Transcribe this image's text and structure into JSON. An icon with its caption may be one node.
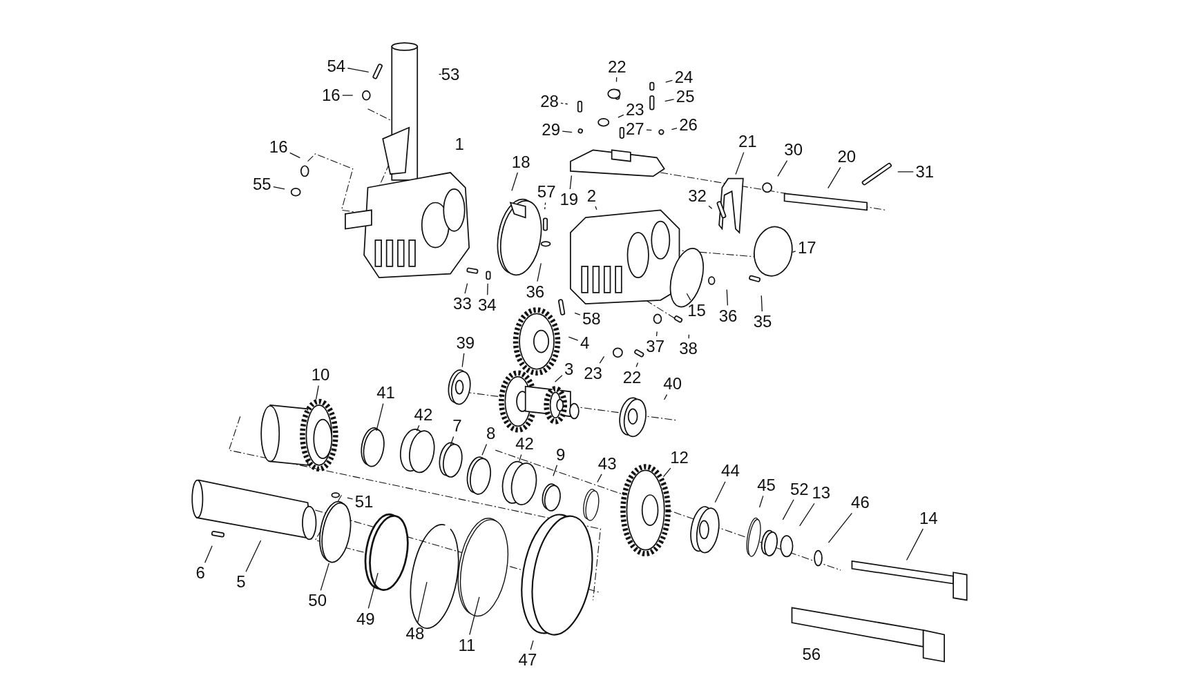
{
  "diagram": {
    "nodes": [
      {
        "text": [
          "54"
        ]
      },
      {
        "text": [
          "53"
        ]
      },
      {
        "text": [
          "16"
        ]
      },
      {
        "text": [
          "16"
        ]
      },
      {
        "text": [
          "55"
        ]
      },
      {
        "text": [
          "22"
        ]
      },
      {
        "text": [
          "24"
        ]
      },
      {
        "text": [
          "28"
        ]
      },
      {
        "text": [
          "23"
        ]
      },
      {
        "text": [
          "25"
        ]
      },
      {
        "text": [
          "29"
        ]
      },
      {
        "text": [
          "27"
        ]
      },
      {
        "text": [
          "26"
        ]
      },
      {
        "text": [
          "21"
        ]
      },
      {
        "text": [
          "30"
        ]
      },
      {
        "text": [
          "20"
        ]
      },
      {
        "text": [
          "31"
        ]
      },
      {
        "text": [
          "18"
        ]
      },
      {
        "text": [
          "57"
        ]
      },
      {
        "text": [
          "19"
        ]
      },
      {
        "text": [
          "2"
        ]
      },
      {
        "text": [
          "32"
        ]
      },
      {
        "text": [
          "17"
        ]
      },
      {
        "text": [
          "33"
        ]
      },
      {
        "text": [
          "34"
        ]
      },
      {
        "text": [
          "36"
        ]
      },
      {
        "text": [
          "58"
        ]
      },
      {
        "text": [
          "15"
        ]
      },
      {
        "text": [
          "36"
        ]
      },
      {
        "text": [
          "35"
        ]
      },
      {
        "text": [
          "4"
        ]
      },
      {
        "text": [
          "37"
        ]
      },
      {
        "text": [
          "38"
        ]
      },
      {
        "text": [
          "39"
        ]
      },
      {
        "text": [
          "3"
        ]
      },
      {
        "text": [
          "23"
        ]
      },
      {
        "text": [
          "22"
        ]
      },
      {
        "text": [
          "40"
        ]
      },
      {
        "text": [
          "10"
        ]
      },
      {
        "text": [
          "41"
        ]
      },
      {
        "text": [
          "42"
        ]
      },
      {
        "text": [
          "7"
        ]
      },
      {
        "text": [
          "8"
        ]
      },
      {
        "text": [
          "42"
        ]
      },
      {
        "text": [
          "9"
        ]
      },
      {
        "text": [
          "43"
        ]
      },
      {
        "text": [
          "12"
        ]
      },
      {
        "text": [
          "44"
        ]
      },
      {
        "text": [
          "45"
        ]
      },
      {
        "text": [
          "52"
        ]
      },
      {
        "text": [
          "13"
        ]
      },
      {
        "text": [
          "46"
        ]
      },
      {
        "text": [
          "14"
        ]
      },
      {
        "text": [
          "51"
        ]
      },
      {
        "text": [
          "6"
        ]
      },
      {
        "text": [
          "5"
        ]
      },
      {
        "text": [
          "50"
        ]
      },
      {
        "text": [
          "49"
        ]
      },
      {
        "text": [
          "48"
        ]
      },
      {
        "text": [
          "11"
        ]
      },
      {
        "text": [
          "47"
        ]
      }
    ],
    "edges": [
      {
        "from": 0,
        "to": null,
        "arrow": "none"
      },
      {
        "from": 1,
        "to": null,
        "arrow": "none",
        "style": "dashed"
      },
      {
        "from": 2,
        "to": null,
        "arrow": "none"
      },
      {
        "from": 3,
        "to": null,
        "arrow": "none"
      },
      {
        "from": 4,
        "to": null,
        "arrow": "none"
      },
      {
        "from": 5,
        "to": null,
        "arrow": "none"
      },
      {
        "from": 6,
        "to": null,
        "arrow": "none"
      },
      {
        "from": 7,
        "to": null,
        "arrow": "none",
        "style": "dashed"
      },
      {
        "from": 8,
        "to": null,
        "arrow": "none"
      },
      {
        "from": 9,
        "to": null,
        "arrow": "none"
      },
      {
        "from": 10,
        "to": null,
        "arrow": "none"
      },
      {
        "from": 11,
        "to": null,
        "arrow": "none"
      },
      {
        "from": 12,
        "to": null,
        "arrow": "none"
      },
      {
        "from": 13,
        "to": null,
        "arrow": "none"
      },
      {
        "from": 14,
        "to": null,
        "arrow": "none"
      },
      {
        "from": 15,
        "to": null,
        "arrow": "none"
      },
      {
        "from": 16,
        "to": null,
        "arrow": "none"
      },
      {
        "from": 17,
        "to": null,
        "arrow": "none"
      },
      {
        "from": 18,
        "to": null,
        "arrow": "none",
        "style": "dashed"
      },
      {
        "from": 19,
        "to": null,
        "arrow": "none"
      },
      {
        "from": 20,
        "to": null,
        "arrow": "none"
      },
      {
        "from": 21,
        "to": null,
        "arrow": "none"
      },
      {
        "from": 22,
        "to": null,
        "arrow": "none"
      },
      {
        "from": 23,
        "to": null,
        "arrow": "none"
      },
      {
        "from": 24,
        "to": null,
        "arrow": "none"
      },
      {
        "from": 25,
        "to": null,
        "arrow": "none"
      },
      {
        "from": 26,
        "to": null,
        "arrow": "none"
      },
      {
        "from": 27,
        "to": null,
        "arrow": "none"
      },
      {
        "from": 28,
        "to": null,
        "arrow": "none"
      },
      {
        "from": 29,
        "to": null,
        "arrow": "none"
      },
      {
        "from": 30,
        "to": null,
        "arrow": "none"
      },
      {
        "from": 31,
        "to": null,
        "arrow": "none"
      },
      {
        "from": 32,
        "to": null,
        "arrow": "none"
      },
      {
        "from": 33,
        "to": null,
        "arrow": "none"
      },
      {
        "from": 34,
        "to": null,
        "arrow": "none"
      },
      {
        "from": 35,
        "to": null,
        "arrow": "none"
      },
      {
        "from": 36,
        "to": null,
        "arrow": "none"
      },
      {
        "from": 37,
        "to": null,
        "arrow": "none"
      },
      {
        "from": 38,
        "to": null,
        "arrow": "none"
      },
      {
        "from": 39,
        "to": null,
        "arrow": "none"
      },
      {
        "from": 40,
        "to": null,
        "arrow": "none"
      },
      {
        "from": 41,
        "to": null,
        "arrow": "none"
      },
      {
        "from": 42,
        "to": null,
        "arrow": "none"
      },
      {
        "from": 43,
        "to": null,
        "arrow": "none"
      },
      {
        "from": 44,
        "to": null,
        "arrow": "none"
      },
      {
        "from": 45,
        "to": null,
        "arrow": "none"
      },
      {
        "from": 46,
        "to": null,
        "arrow": "none"
      },
      {
        "from": 47,
        "to": null,
        "arrow": "none"
      },
      {
        "from": 48,
        "to": null,
        "arrow": "none"
      },
      {
        "from": 49,
        "to": null,
        "arrow": "none"
      },
      {
        "from": 50,
        "to": null,
        "arrow": "none"
      },
      {
        "from": 51,
        "to": null,
        "arrow": "none"
      },
      {
        "from": 52,
        "to": null,
        "arrow": "none"
      },
      {
        "from": 53,
        "to": null,
        "arrow": "none"
      },
      {
        "from": 54,
        "to": null,
        "arrow": "none"
      },
      {
        "from": 55,
        "to": null,
        "arrow": "none"
      },
      {
        "from": 56,
        "to": null,
        "arrow": "none"
      },
      {
        "from": 57,
        "to": null,
        "arrow": "none"
      },
      {
        "from": 58,
        "to": null,
        "arrow": "none"
      },
      {
        "from": 59,
        "to": null,
        "arrow": "none"
      },
      {
        "from": 60,
        "to": null,
        "arrow": "none"
      }
    ],
    "labels": [
      "1",
      "56"
    ]
  }
}
